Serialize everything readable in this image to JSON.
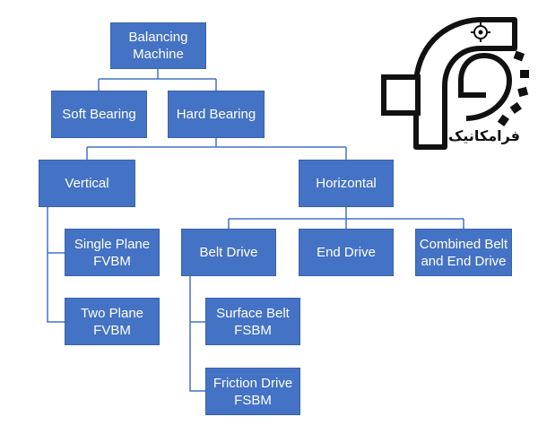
{
  "diagram": {
    "nodes": {
      "balancing_machine": "Balancing\nMachine",
      "soft_bearing": "Soft Bearing",
      "hard_bearing": "Hard Bearing",
      "vertical": "Vertical",
      "horizontal": "Horizontal",
      "single_plane_fvbm": "Single Plane\nFVBM",
      "two_plane_fvbm": "Two Plane\nFVBM",
      "belt_drive": "Belt Drive",
      "end_drive": "End Drive",
      "combined_belt_end_drive": "Combined Belt\nand End Drive",
      "surface_belt_fsbm": "Surface Belt\nFSBM",
      "friction_drive_fsbm": "Friction Drive\nFSBM"
    },
    "colors": {
      "node_fill": "#4472c4",
      "node_text": "#ffffff",
      "connector": "#4472c4"
    }
  },
  "logo": {
    "text": "فرامکانیک",
    "icon": "faramechanic-logo-icon"
  }
}
